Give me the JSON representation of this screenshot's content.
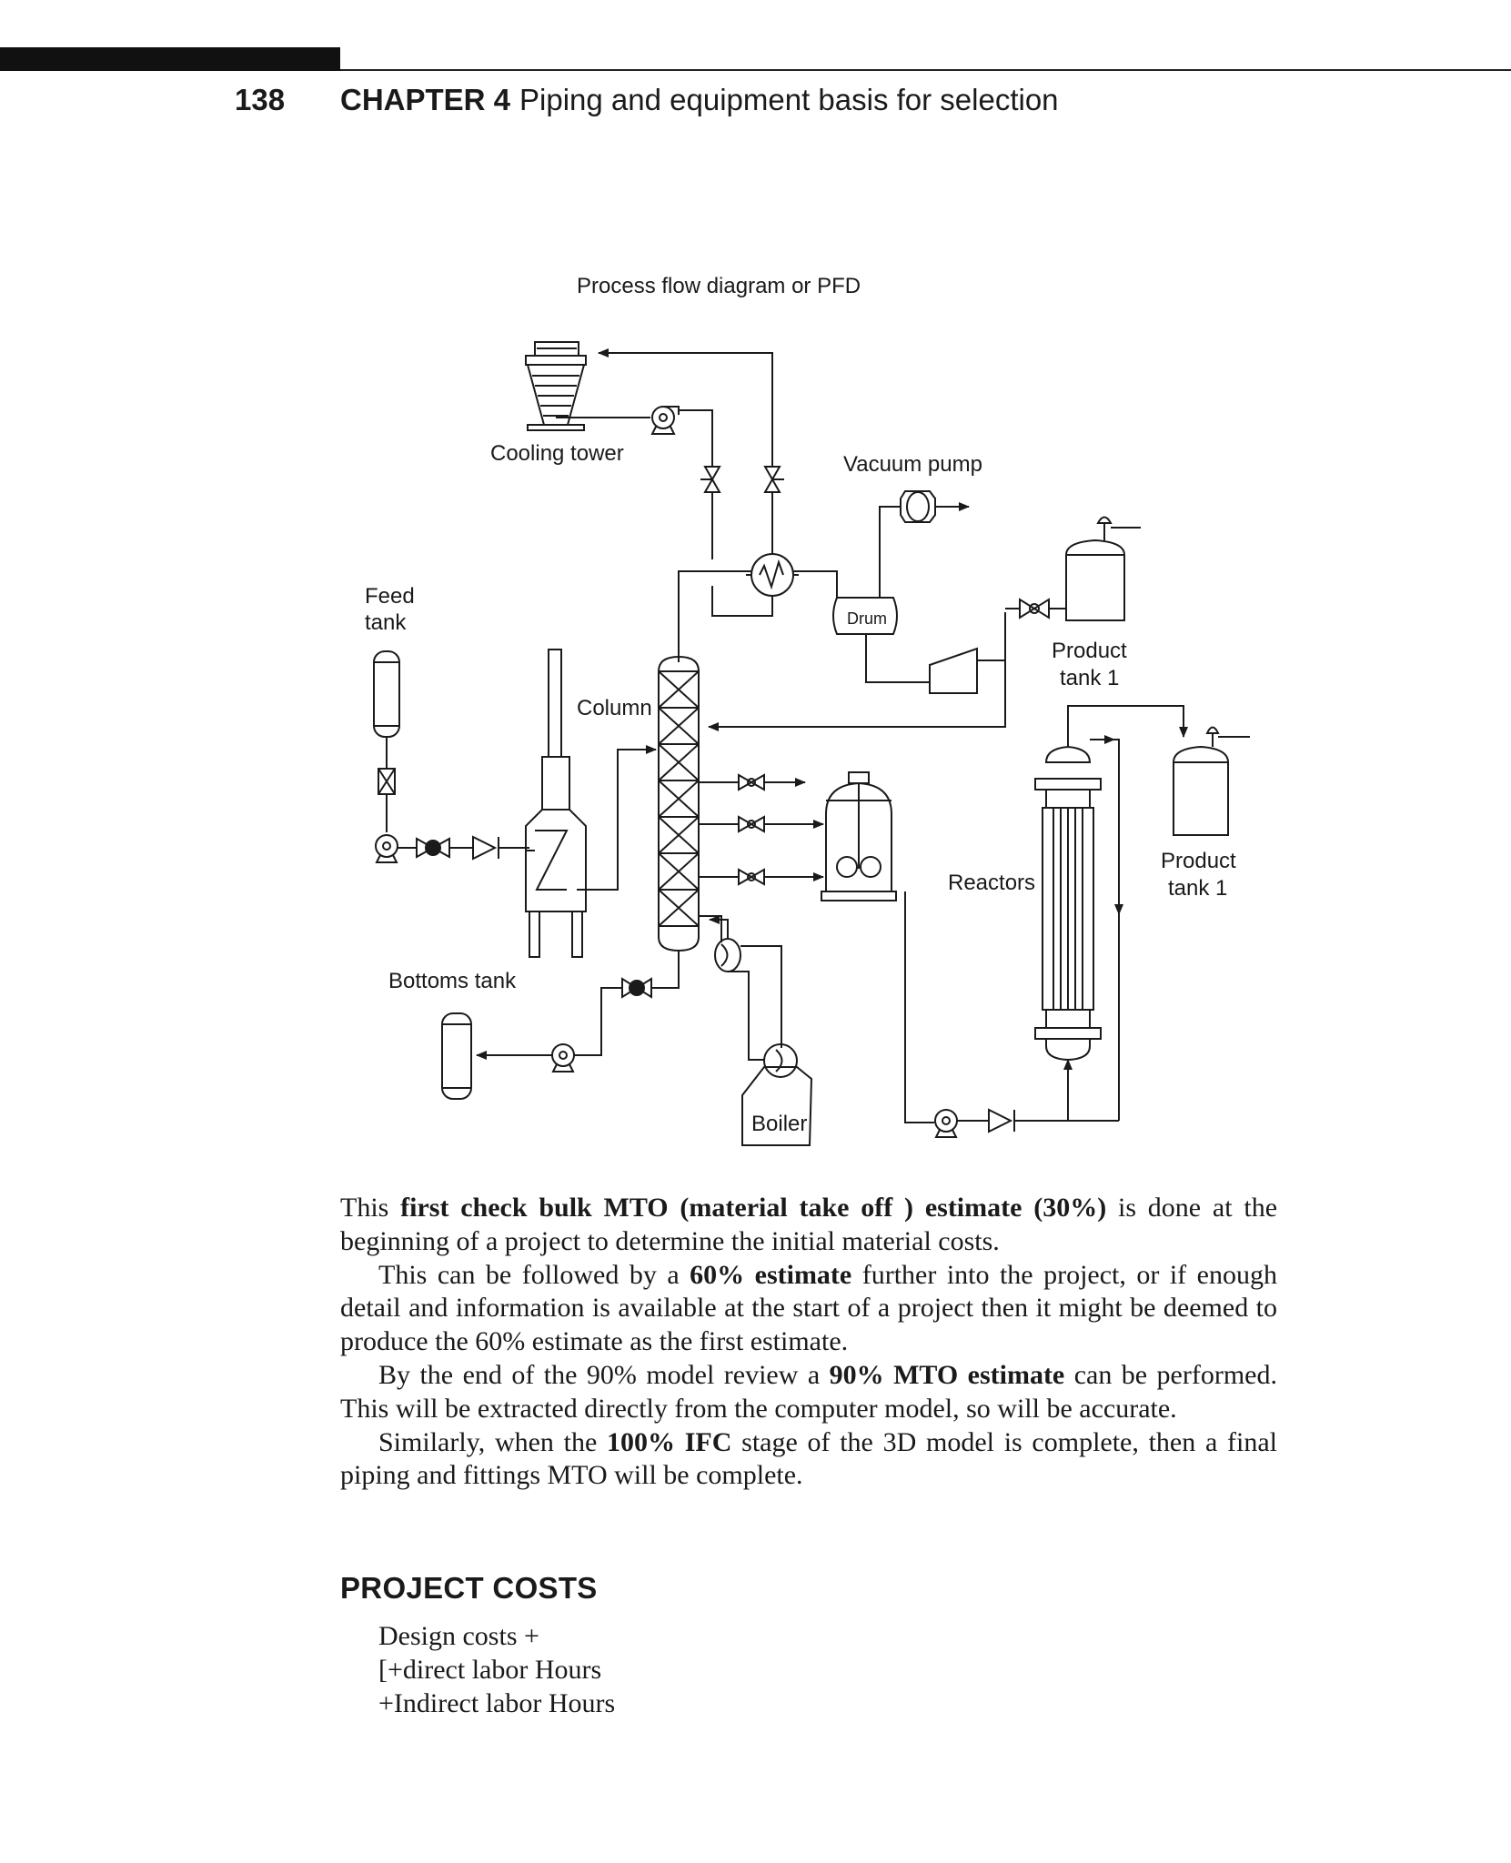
{
  "header": {
    "page_number": "138",
    "chapter_label": "CHAPTER 4",
    "chapter_title": "Piping and equipment basis for selection"
  },
  "figure": {
    "title": "Process flow diagram or PFD",
    "labels": {
      "cooling_tower": "Cooling tower",
      "vacuum_pump": "Vacuum pump",
      "feed_tank_1": "Feed",
      "feed_tank_2": "tank",
      "drum": "Drum",
      "product_tank_1_a": "Product",
      "product_tank_1_b": "tank 1",
      "column": "Column",
      "reactors": "Reactors",
      "product_tank_2_a": "Product",
      "product_tank_2_b": "tank 1",
      "bottoms_tank": "Bottoms tank",
      "boiler": "Boiler"
    }
  },
  "body": {
    "p1": {
      "s1": "This ",
      "b1": "first check bulk MTO (material take off ) estimate (30%)",
      "s2": " is done at the beginning of a project to determine the initial material costs."
    },
    "p2": {
      "s1": "This can be followed by a ",
      "b1": "60% estimate",
      "s2": " further into the project, or if enough detail and information is available at the start of a project then it might be deemed to produce the 60% estimate as the first estimate."
    },
    "p3": {
      "s1": "By the end of the 90% model review a ",
      "b1": "90% MTO estimate",
      "s2": " can be performed. This will be extracted directly from the computer model, so will be accurate."
    },
    "p4": {
      "s1": "Similarly, when the ",
      "b1": "100% IFC",
      "s2": " stage of the 3D model is complete, then a final piping and fittings MTO will be complete."
    }
  },
  "section": {
    "title": "PROJECT COSTS",
    "lines": [
      "Design costs +",
      "[+direct labor Hours",
      "+Indirect labor Hours"
    ]
  }
}
